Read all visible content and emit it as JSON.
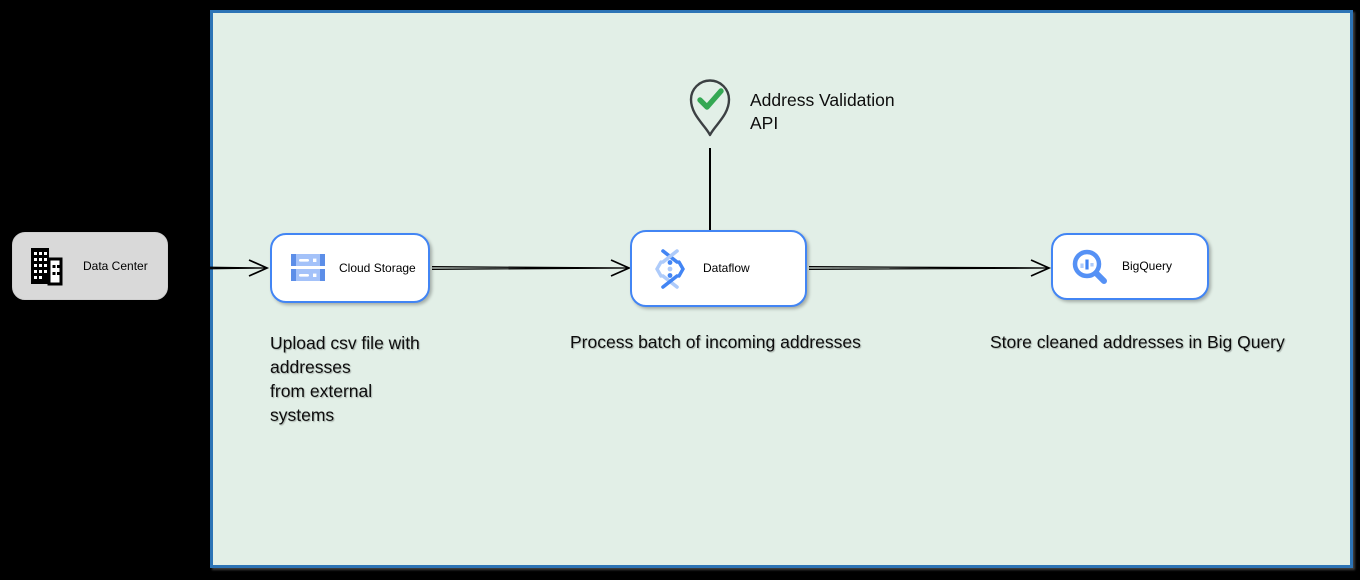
{
  "diagram": {
    "type": "architecture-flow",
    "zone": {
      "name": "google-cloud-zone",
      "fill": "#E2EFE7",
      "border_color": "#2D74B6"
    },
    "nodes": {
      "data_center": {
        "label": "Data Center",
        "icon": "building-icon",
        "fill": "#D9D9D9"
      },
      "cloud_storage": {
        "label": "Cloud Storage",
        "icon": "cloud-storage-icon",
        "border_color": "#4285F4",
        "caption": "Upload csv file with\naddresses\nfrom external\nsystems"
      },
      "dataflow": {
        "label": "Dataflow",
        "icon": "dataflow-icon",
        "border_color": "#4285F4",
        "caption": "Process batch of incoming addresses"
      },
      "bigquery": {
        "label": "BigQuery",
        "icon": "bigquery-icon",
        "border_color": "#4285F4",
        "caption": "Store cleaned addresses in Big Query"
      }
    },
    "api_marker": {
      "label": "Address Validation\nAPI",
      "icon": "location-pin-check-icon",
      "check_color": "#34A853",
      "pin_outline_color": "#3C4043"
    },
    "edges": [
      {
        "from": "data_center",
        "to": "cloud_storage",
        "style": "open-arrow"
      },
      {
        "from": "cloud_storage",
        "to": "dataflow",
        "style": "open-arrow"
      },
      {
        "from": "dataflow",
        "to": "bigquery",
        "style": "open-arrow"
      },
      {
        "from": "address_validation_api",
        "to": "dataflow",
        "style": "plain-line"
      }
    ],
    "colors": {
      "google_blue": "#4285F4",
      "light_blue": "#AECBFA",
      "edge_black": "#000000",
      "background": "#000000"
    }
  }
}
